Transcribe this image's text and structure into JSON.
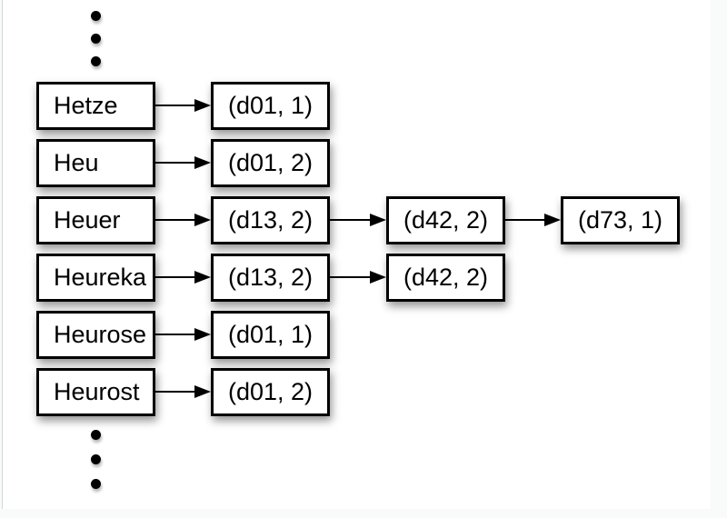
{
  "background": {
    "outer_color": "#f9fafa",
    "page_color": "#ffffff",
    "page_edge_color": "#d5d7d7"
  },
  "diagram": {
    "type": "inverted-index",
    "ellipsis_top": "vertical-ellipsis",
    "ellipsis_bottom": "vertical-ellipsis",
    "colors": {
      "node_fill": "#ffffff",
      "node_border": "#000000",
      "text": "#000000",
      "arrow": "#000000"
    },
    "rows": [
      {
        "term": "Hetze",
        "postings": [
          "(d01, 1)"
        ]
      },
      {
        "term": "Heu",
        "postings": [
          "(d01, 2)"
        ]
      },
      {
        "term": "Heuer",
        "postings": [
          "(d13, 2)",
          "(d42, 2)",
          "(d73, 1)"
        ]
      },
      {
        "term": "Heureka",
        "postings": [
          "(d13, 2)",
          "(d42, 2)"
        ]
      },
      {
        "term": "Heurose",
        "postings": [
          "(d01, 1)"
        ]
      },
      {
        "term": "Heurost",
        "postings": [
          "(d01, 2)"
        ]
      }
    ]
  }
}
